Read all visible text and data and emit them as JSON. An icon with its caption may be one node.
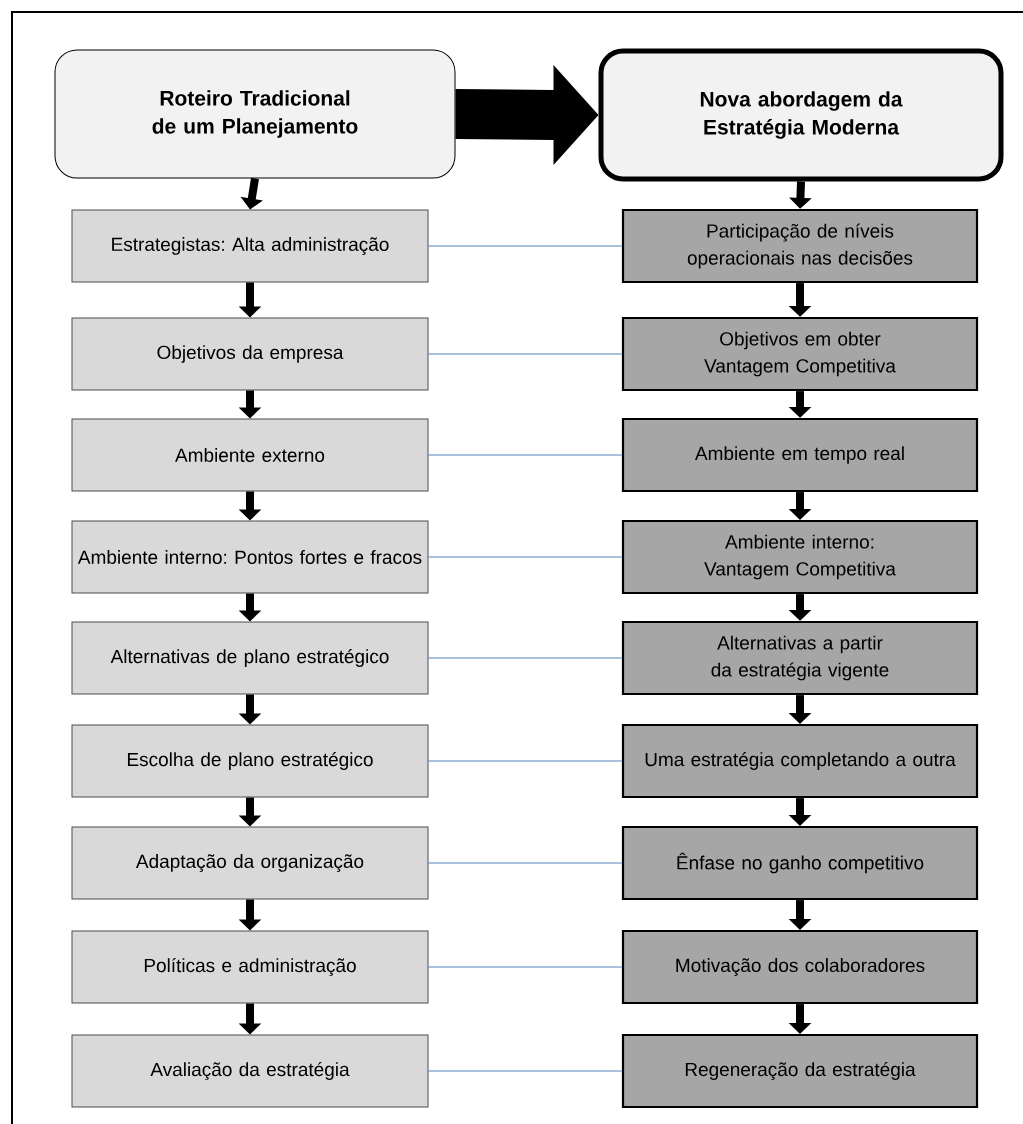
{
  "diagram": {
    "nodes": [
      {
        "text": [
          "Roteiro Tradicional de um Planejamento"
        ]
      },
      {
        "text": [
          "Nova abordagem da Estratégia Moderna"
        ]
      },
      {
        "text": [
          "Estrategistas: Alta administração"
        ]
      },
      {
        "text": [
          "Participação de níveis operacionais nas decisões"
        ]
      },
      {
        "text": [
          "Objetivos da empresa"
        ]
      },
      {
        "text": [
          "Objetivos em obter Vantagem Competitiva"
        ]
      },
      {
        "text": [
          "Ambiente externo"
        ]
      },
      {
        "text": [
          "Ambiente em tempo real"
        ]
      },
      {
        "text": [
          "Ambiente interno: Pontos fortes e fracos"
        ]
      },
      {
        "text": [
          "Ambiente interno: Vantagem Competitiva"
        ]
      },
      {
        "text": [
          "Alternativas de plano estratégico"
        ]
      },
      {
        "text": [
          "Alternativas a partir da estratégia vigente"
        ]
      },
      {
        "text": [
          "Escolha de plano estratégico"
        ]
      },
      {
        "text": [
          "Uma estratégia completando a outra"
        ]
      },
      {
        "text": [
          "Adaptação da organização"
        ]
      },
      {
        "text": [
          "Ênfase no ganho competitivo"
        ]
      },
      {
        "text": [
          "Políticas e administração"
        ]
      },
      {
        "text": [
          "Motivação dos colaboradores"
        ]
      },
      {
        "text": [
          "Avaliação da estratégia"
        ]
      },
      {
        "text": [
          "Regeneração da estratégia"
        ]
      }
    ],
    "edges": [
      {
        "from": 0,
        "to": 1,
        "arrow": "to",
        "style": "thick"
      },
      {
        "from": 0,
        "to": 2,
        "arrow": "to"
      },
      {
        "from": 1,
        "to": 3,
        "arrow": "to"
      },
      {
        "from": 2,
        "to": 3,
        "arrow": "none",
        "color": "#4f81bd"
      },
      {
        "from": 2,
        "to": 4,
        "arrow": "to"
      },
      {
        "from": 3,
        "to": 5,
        "arrow": "to"
      },
      {
        "from": 4,
        "to": 5,
        "arrow": "none",
        "color": "#4f81bd"
      },
      {
        "from": 4,
        "to": 6,
        "arrow": "to"
      },
      {
        "from": 5,
        "to": 7,
        "arrow": "to"
      },
      {
        "from": 6,
        "to": 7,
        "arrow": "none",
        "color": "#4f81bd"
      },
      {
        "from": 6,
        "to": 8,
        "arrow": "to"
      },
      {
        "from": 7,
        "to": 9,
        "arrow": "to"
      },
      {
        "from": 8,
        "to": 9,
        "arrow": "none",
        "color": "#4f81bd"
      },
      {
        "from": 8,
        "to": 10,
        "arrow": "to"
      },
      {
        "from": 9,
        "to": 11,
        "arrow": "to"
      },
      {
        "from": 10,
        "to": 11,
        "arrow": "none",
        "color": "#4f81bd"
      },
      {
        "from": 10,
        "to": 12,
        "arrow": "to"
      },
      {
        "from": 11,
        "to": 13,
        "arrow": "to"
      },
      {
        "from": 12,
        "to": 13,
        "arrow": "none",
        "color": "#4f81bd"
      },
      {
        "from": 12,
        "to": 14,
        "arrow": "to"
      },
      {
        "from": 13,
        "to": 15,
        "arrow": "to"
      },
      {
        "from": 14,
        "to": 15,
        "arrow": "none",
        "color": "#4f81bd"
      },
      {
        "from": 14,
        "to": 16,
        "arrow": "to"
      },
      {
        "from": 15,
        "to": 17,
        "arrow": "to"
      },
      {
        "from": 16,
        "to": 17,
        "arrow": "none",
        "color": "#4f81bd"
      },
      {
        "from": 16,
        "to": 18,
        "arrow": "to"
      },
      {
        "from": 17,
        "to": 19,
        "arrow": "to"
      },
      {
        "from": 18,
        "to": 19,
        "arrow": "none",
        "color": "#4f81bd"
      }
    ]
  }
}
